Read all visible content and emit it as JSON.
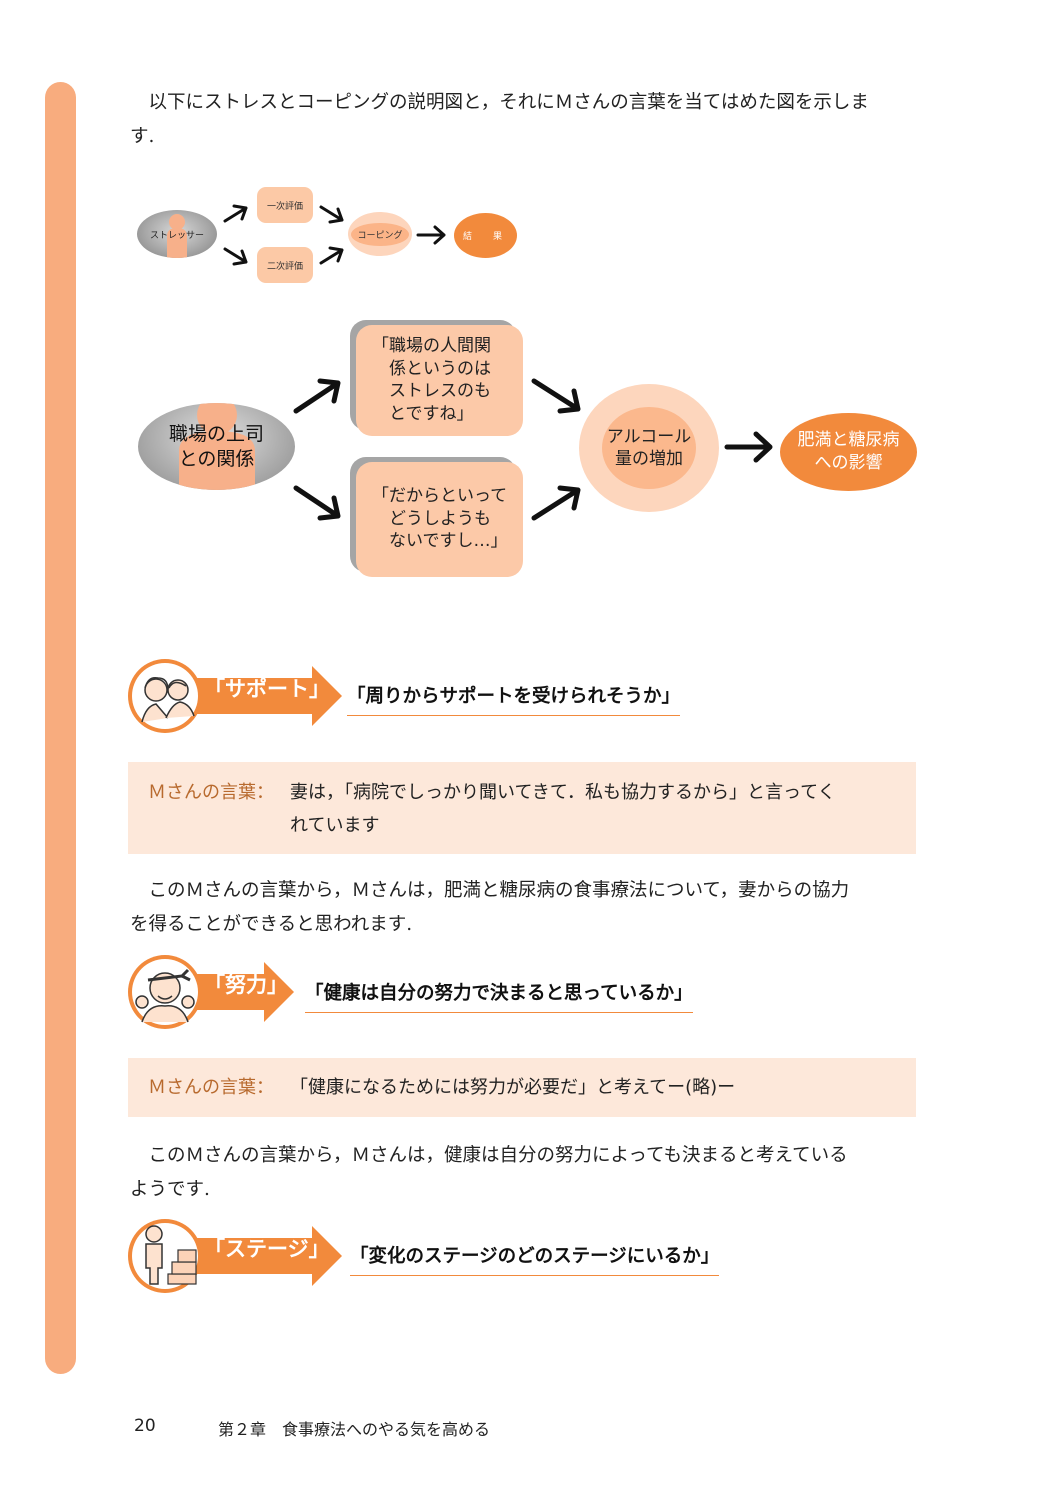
{
  "intro_paragraph": {
    "lines": [
      "　以下にストレスとコーピングの説明図と，それにＭさんの言葉を当てはめた図を示しま",
      "す."
    ]
  },
  "small_diagram": {
    "stressor": "ストレッサー",
    "primary_appraisal": "一次評価",
    "secondary_appraisal": "二次評価",
    "coping": "コーピング",
    "result": "結　果"
  },
  "big_diagram": {
    "stressor_lines": [
      "職場の上司",
      "との関係"
    ],
    "quote1_lines": [
      "「職場の人間関",
      "　係というのは",
      "　ストレスのも",
      "　とですね」"
    ],
    "quote2_lines": [
      "「だからといって",
      "　どうしようも",
      "　ないですし…」"
    ],
    "coping_lines": [
      "アルコール",
      "量の増加"
    ],
    "result_lines": [
      "肥満と糖尿病",
      "への影響"
    ]
  },
  "sections": [
    {
      "tag": "「サポート」",
      "icon": "two-people-icon",
      "question": "「周りからサポートを受けられそうか」",
      "speaker": "Ｍさんの言葉：",
      "quote_lines": [
        "妻は，「病院でしっかり聞いてきて．私も協力するから」と言ってく",
        "れています"
      ],
      "commentary_lines": [
        "　このＭさんの言葉から，Ｍさんは，肥満と糖尿病の食事療法について，妻からの協力",
        "を得ることができると思われます."
      ]
    },
    {
      "tag": "「努力」",
      "icon": "headband-man-icon",
      "question": "「健康は自分の努力で決まると思っているか」",
      "speaker": "Ｍさんの言葉：",
      "quote_lines": [
        "「健康になるためには努力が必要だ」と考えてー(略)ー"
      ],
      "commentary_lines": [
        "　このＭさんの言葉から，Ｍさんは，健康は自分の努力によっても決まると考えている",
        "ようです."
      ]
    },
    {
      "tag": "「ステージ」",
      "icon": "stairs-person-icon",
      "question": "「変化のステージのどのステージにいるか」"
    }
  ],
  "footer": {
    "page_number": "20",
    "chapter": "第２章　食事療法へのやる気を高める"
  },
  "colors": {
    "accent_orange": "#f28a3c",
    "light_peach": "#fcc9a8",
    "sidebar_peach": "#f8ac7e",
    "panel_bg": "#fde8da"
  }
}
